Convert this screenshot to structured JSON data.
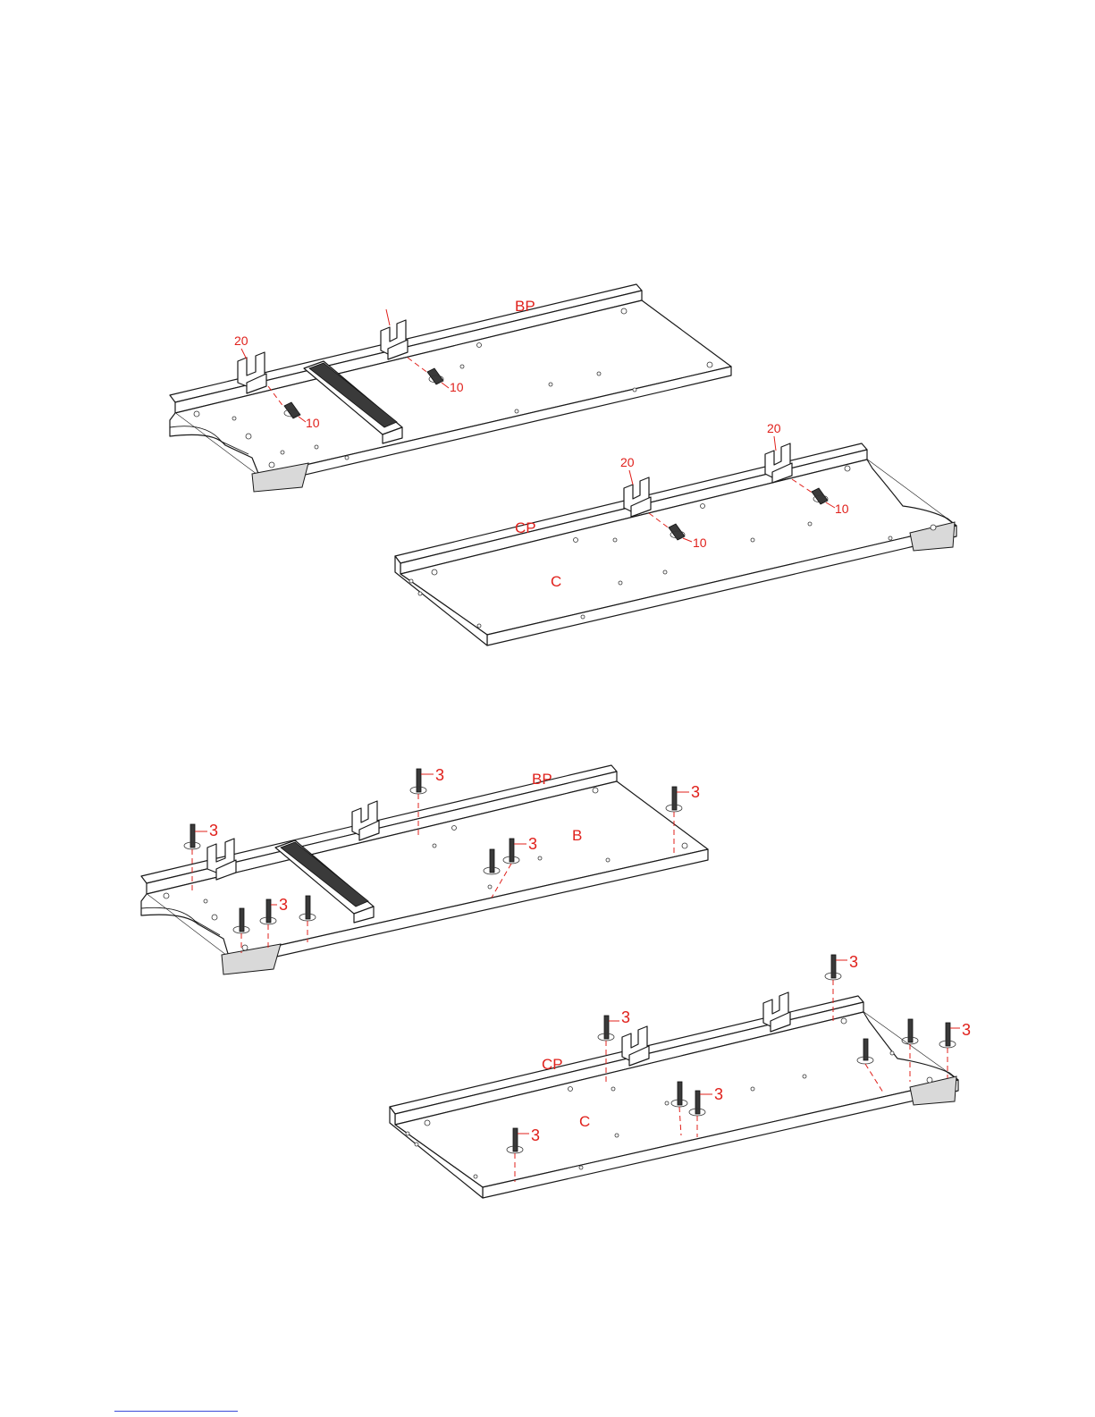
{
  "colors": {
    "callout": "#e0201b",
    "line": "#1a1a1a",
    "link": "#3a4ad8"
  },
  "panel_labels": {
    "bp": "BP",
    "cp": "CP",
    "b": "B",
    "c": "C"
  },
  "part_numbers": {
    "bracket": "20",
    "bolt": "10",
    "cam_dowel": "3"
  }
}
